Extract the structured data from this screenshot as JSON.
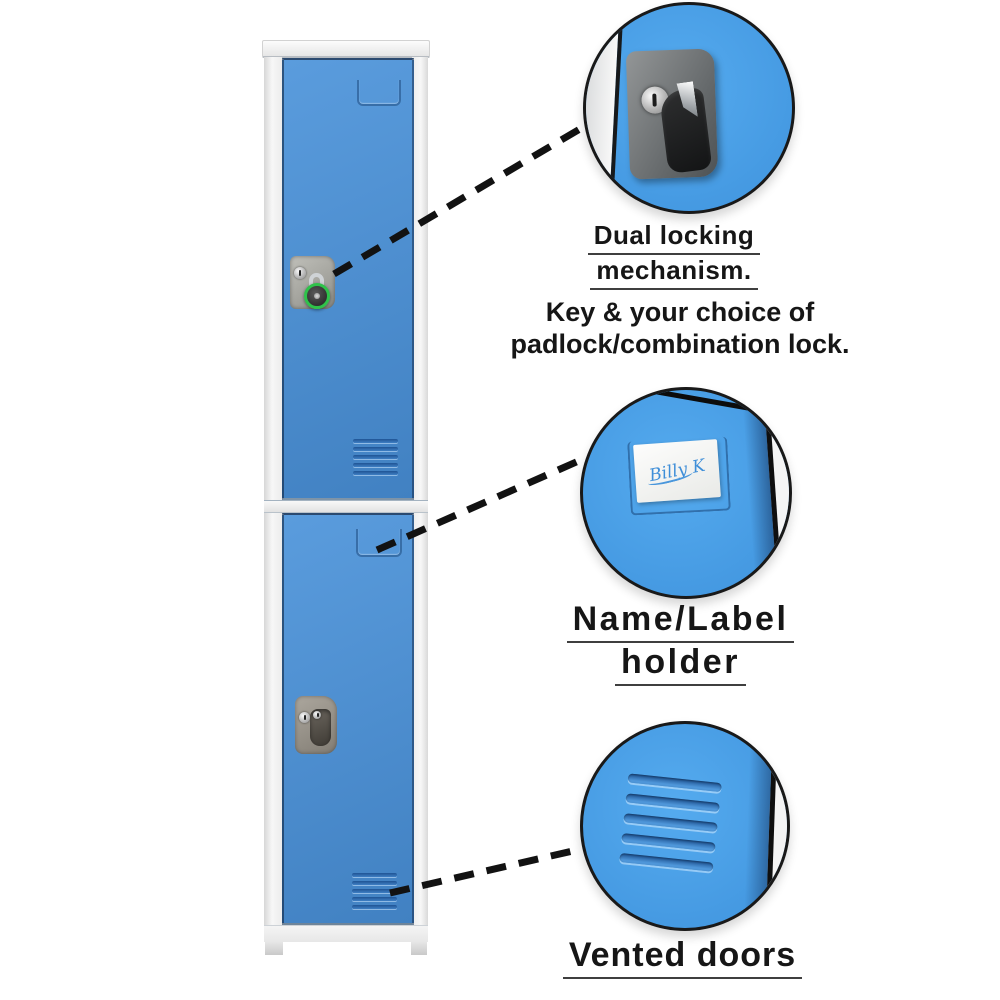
{
  "callouts": {
    "lock": {
      "heading_line1": "Dual locking",
      "heading_line2": "mechanism.",
      "sub_line1": "Key & your choice of",
      "sub_line2": "padlock/combination lock."
    },
    "label": {
      "heading_line1": "Name/Label",
      "heading_line2": "holder",
      "card_text": "Billy K"
    },
    "vents": {
      "heading": "Vented doors"
    }
  },
  "colors": {
    "door_blue": "#4a8ccf",
    "closeup_blue": "#47a0e9",
    "frame_gray": "#f0f0f0",
    "padlock_ring_green": "#2fc24a",
    "connector_black": "#121212",
    "text_black": "#161616",
    "signature_blue": "#3e8ed8"
  }
}
